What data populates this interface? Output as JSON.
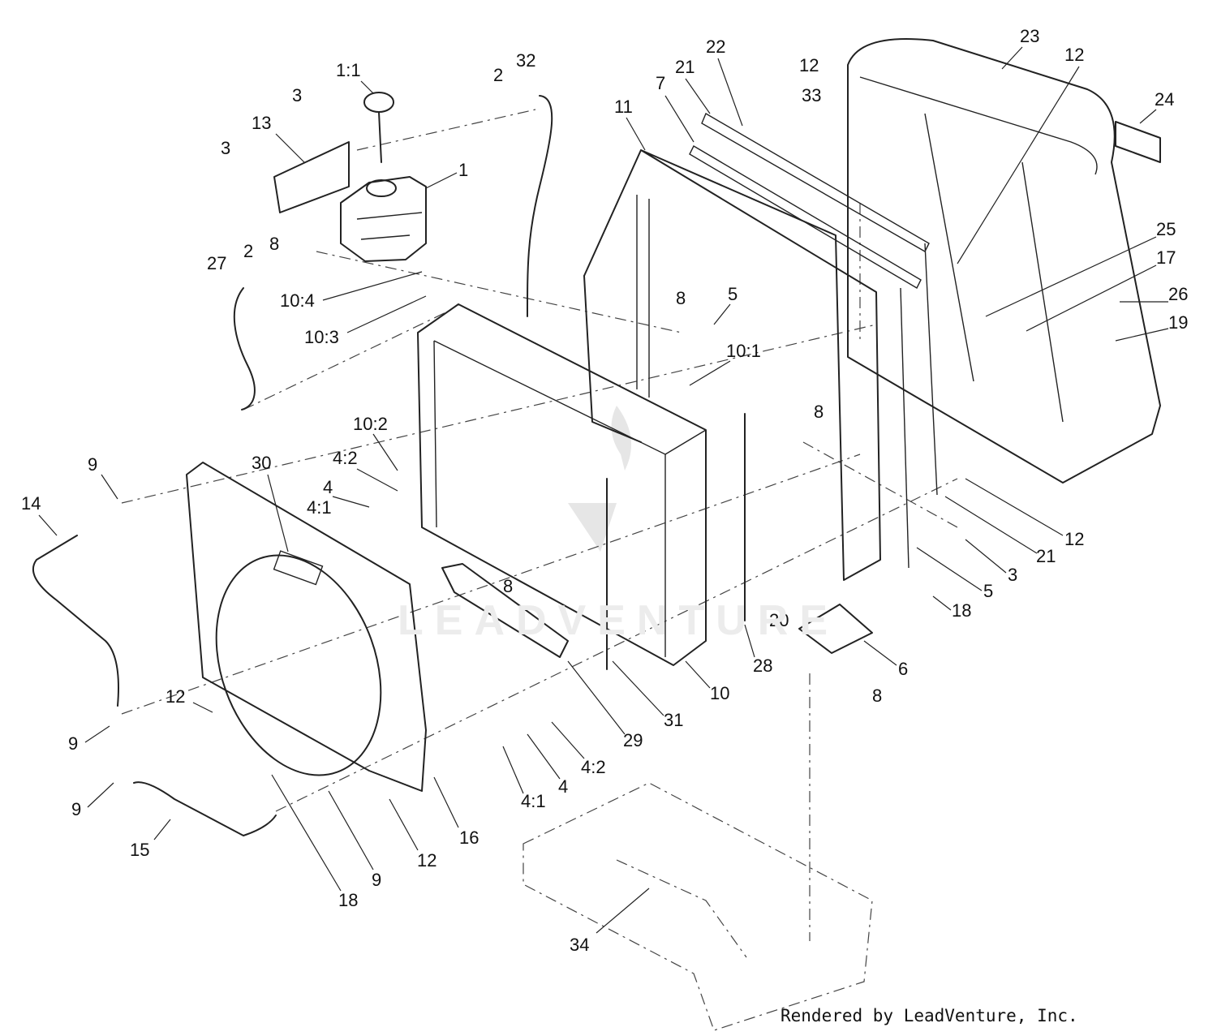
{
  "callouts": [
    {
      "label": "1:1"
    },
    {
      "label": "32"
    },
    {
      "label": "3"
    },
    {
      "label": "2"
    },
    {
      "label": "13"
    },
    {
      "label": "3"
    },
    {
      "label": "1"
    },
    {
      "label": "8"
    },
    {
      "label": "27"
    },
    {
      "label": "2"
    },
    {
      "label": "10:4"
    },
    {
      "label": "10:3"
    },
    {
      "label": "11"
    },
    {
      "label": "7"
    },
    {
      "label": "21"
    },
    {
      "label": "22"
    },
    {
      "label": "12"
    },
    {
      "label": "33"
    },
    {
      "label": "23"
    },
    {
      "label": "12"
    },
    {
      "label": "24"
    },
    {
      "label": "25"
    },
    {
      "label": "17"
    },
    {
      "label": "26"
    },
    {
      "label": "19"
    },
    {
      "label": "8"
    },
    {
      "label": "5"
    },
    {
      "label": "10:1"
    },
    {
      "label": "8"
    },
    {
      "label": "9"
    },
    {
      "label": "14"
    },
    {
      "label": "30"
    },
    {
      "label": "10:2"
    },
    {
      "label": "4:2"
    },
    {
      "label": "4"
    },
    {
      "label": "4:1"
    },
    {
      "label": "12"
    },
    {
      "label": "21"
    },
    {
      "label": "3"
    },
    {
      "label": "5"
    },
    {
      "label": "18"
    },
    {
      "label": "8"
    },
    {
      "label": "20"
    },
    {
      "label": "28"
    },
    {
      "label": "6"
    },
    {
      "label": "8"
    },
    {
      "label": "10"
    },
    {
      "label": "31"
    },
    {
      "label": "29"
    },
    {
      "label": "12"
    },
    {
      "label": "9"
    },
    {
      "label": "4:2"
    },
    {
      "label": "4:1"
    },
    {
      "label": "4"
    },
    {
      "label": "9"
    },
    {
      "label": "15"
    },
    {
      "label": "18"
    },
    {
      "label": "9"
    },
    {
      "label": "12"
    },
    {
      "label": "16"
    },
    {
      "label": "34"
    }
  ],
  "watermark": "LEADVENTURE",
  "credit": "Rendered by LeadVenture, Inc."
}
